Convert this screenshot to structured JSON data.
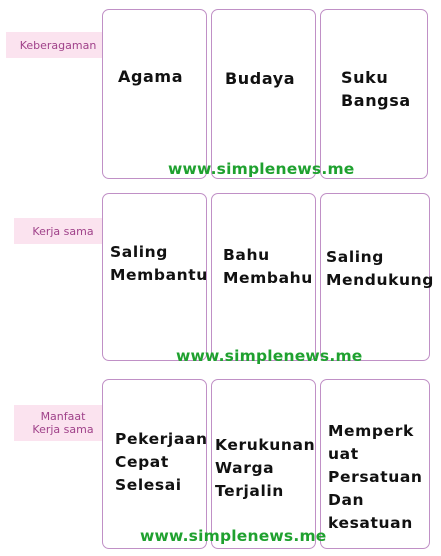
{
  "watermark": "www.simplenews.me",
  "rows": [
    {
      "label": "Keberagaman",
      "cards": [
        "Agama",
        "Budaya",
        "Suku\nBangsa"
      ]
    },
    {
      "label": "Kerja sama",
      "cards": [
        "Saling\nMembantu",
        "Bahu\nMembahu",
        "Saling\nMendukung"
      ]
    },
    {
      "label": "Manfaat\nKerja sama",
      "cards": [
        "Pekerjaan\nCepat\nSelesai",
        "Kerukunan\nWarga\nTerjalin",
        "Memperk\nuat\nPersatuan\nDan\nkesatuan"
      ]
    }
  ],
  "colors": {
    "tag_bg": "#fbe3ef",
    "tag_text": "#a0428a",
    "card_border": "#c090c6",
    "watermark": "#1fa12f"
  }
}
